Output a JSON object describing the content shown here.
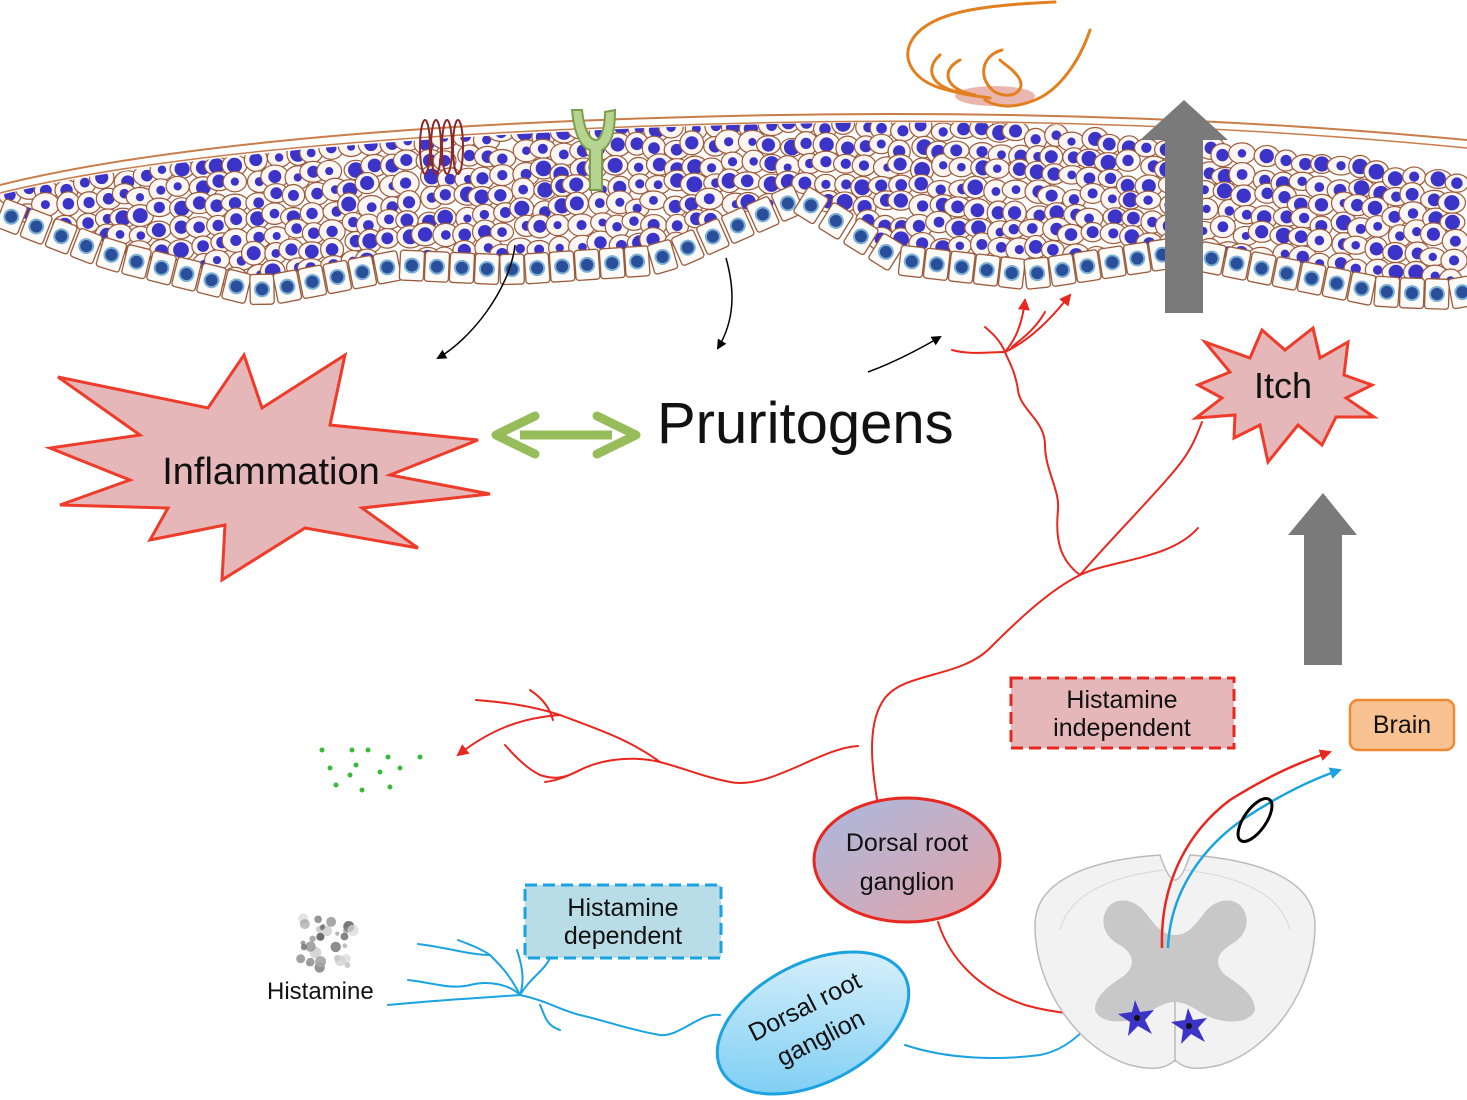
{
  "labels": {
    "inflammation": "Inflammation",
    "pruritogens": "Pruritogens",
    "itch": "Itch",
    "histamine_independent": [
      "Histamine",
      "independent"
    ],
    "histamine_dependent": [
      "Histamine",
      "dependent"
    ],
    "brain": "Brain",
    "drg_red": [
      "Dorsal root",
      "ganglion"
    ],
    "drg_blue": [
      "Dorsal root",
      "ganglion"
    ],
    "histamine": "Histamine"
  },
  "colors": {
    "red_nerve": "#e8271e",
    "blue_nerve": "#1aa3e0",
    "starburst_fill": "#e6b7b9",
    "starburst_stroke": "#ee3b2a",
    "green_arrow": "#97bd5a",
    "grey_arrow": "#7a7a7a",
    "nucleus": "#3c33c9",
    "cell_border": "#9b5a3b",
    "brain_fill": "#f8c292",
    "brain_stroke": "#ef8a33",
    "hist_dep_fill": "#b8dde7",
    "hist_indep_fill": "#e6b7b9",
    "hand": "#e2801f",
    "spinal_grey": "#c8c8c8"
  },
  "icons": [
    "hand-pinch-icon",
    "ion-channel-icon",
    "receptor-icon",
    "spinal-cord-icon",
    "neuron-star-icon"
  ]
}
